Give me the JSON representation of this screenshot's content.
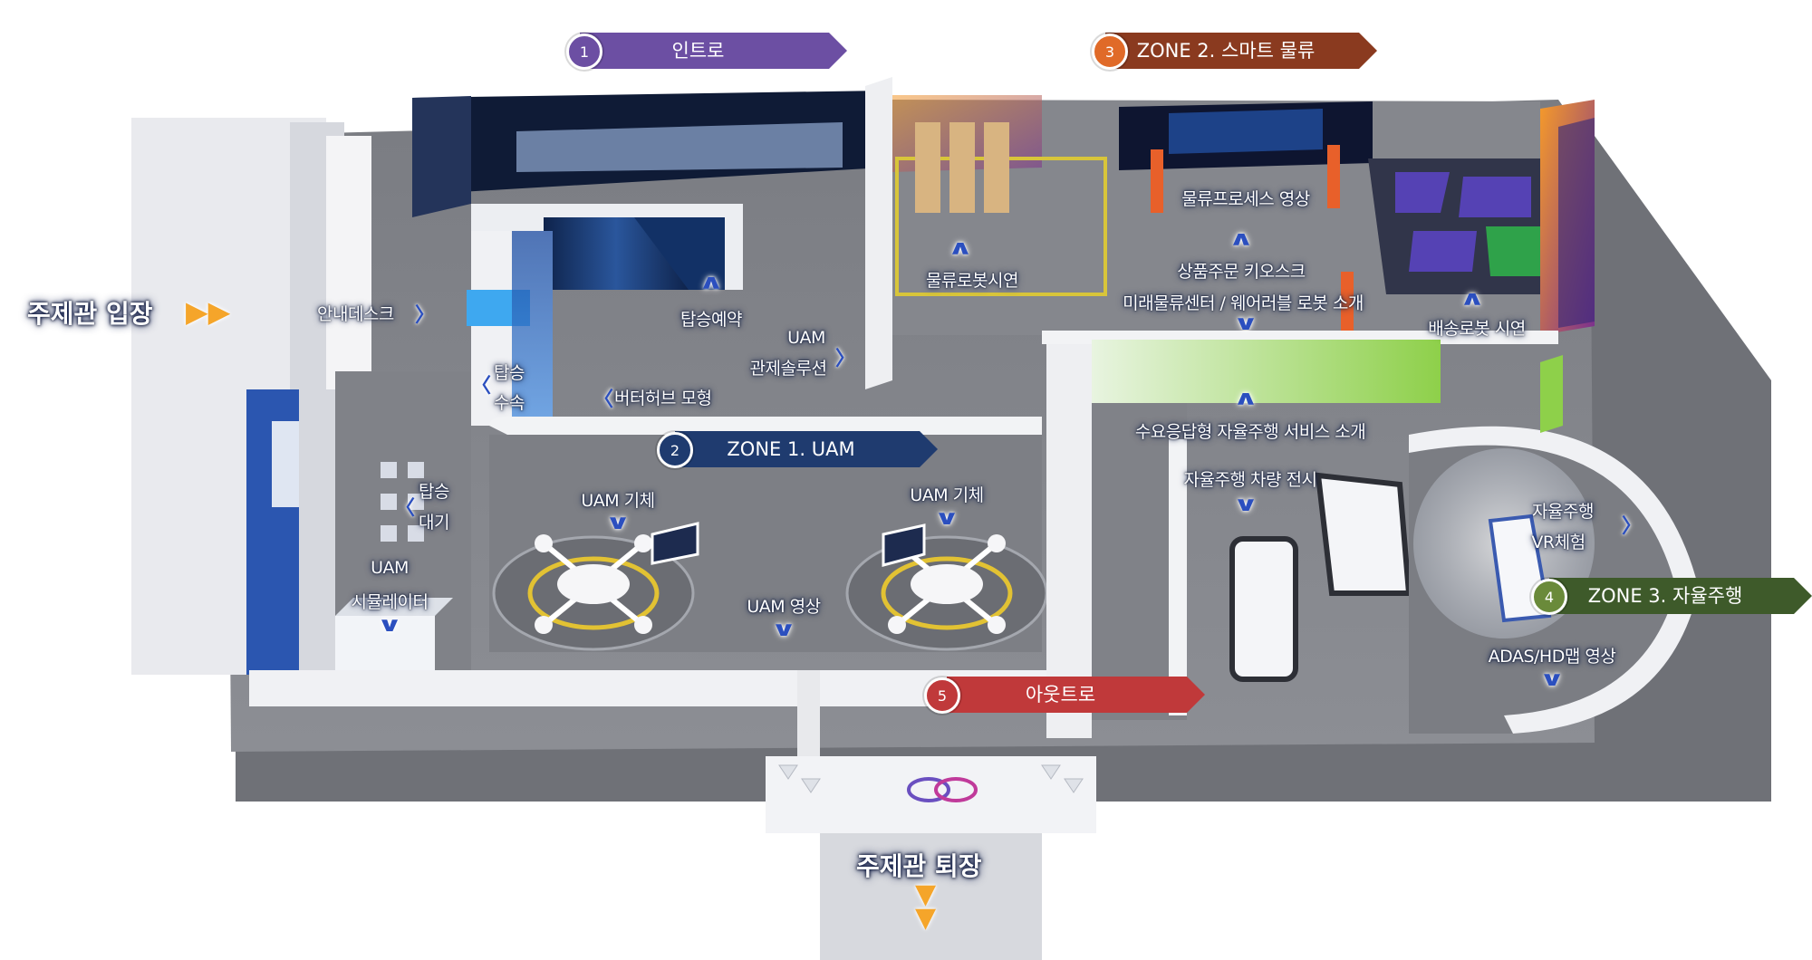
{
  "zones": [
    {
      "num": "1",
      "label": "인트로",
      "color": "#6c4fa3",
      "badge": "#6c4fa3"
    },
    {
      "num": "2",
      "label": "ZONE 1. UAM",
      "color": "#1f3b6f",
      "badge": "#1f3b6f"
    },
    {
      "num": "3",
      "label": "ZONE 2. 스마트 물류",
      "color": "#8a3a1f",
      "badge": "#e06a28"
    },
    {
      "num": "4",
      "label": "ZONE 3. 자율주행",
      "color": "#3e5a2a",
      "badge": "#6a8a3a"
    },
    {
      "num": "5",
      "label": "아웃트로",
      "color": "#c0393a",
      "badge": "#c0393a"
    }
  ],
  "entrance": "주제관 입장",
  "exit": "주제관 퇴장",
  "labels": {
    "info_desk": "안내데스크",
    "booking": "탑승예약",
    "uam_control_1": "UAM",
    "uam_control_2": "관제솔루션",
    "boarding_pass_1": "탑승",
    "boarding_pass_2": "수속",
    "vertiport_model": "버터허브 모형",
    "waiting_1": "탑승",
    "waiting_2": "대기",
    "simulator_1": "UAM",
    "simulator_2": "시뮬레이터",
    "uam_aircraft_left": "UAM 기체",
    "uam_aircraft_right": "UAM 기체",
    "uam_video": "UAM 영상",
    "logistics_robot": "물류로봇시연",
    "logistics_process_video": "물류프로세스 영상",
    "product_kiosk": "상품주문 키오스크",
    "future_logistics": "미래물류센터 / 웨어러블 로봇 소개",
    "delivery_robot": "배송로봇 시연",
    "demand_service": "수요응답형 자율주행 서비스 소개",
    "vehicle_display": "자율주행 차량 전시",
    "vr_1": "자율주행",
    "vr_2": "VR체험",
    "adas_video": "ADAS/HD맵 영상"
  }
}
